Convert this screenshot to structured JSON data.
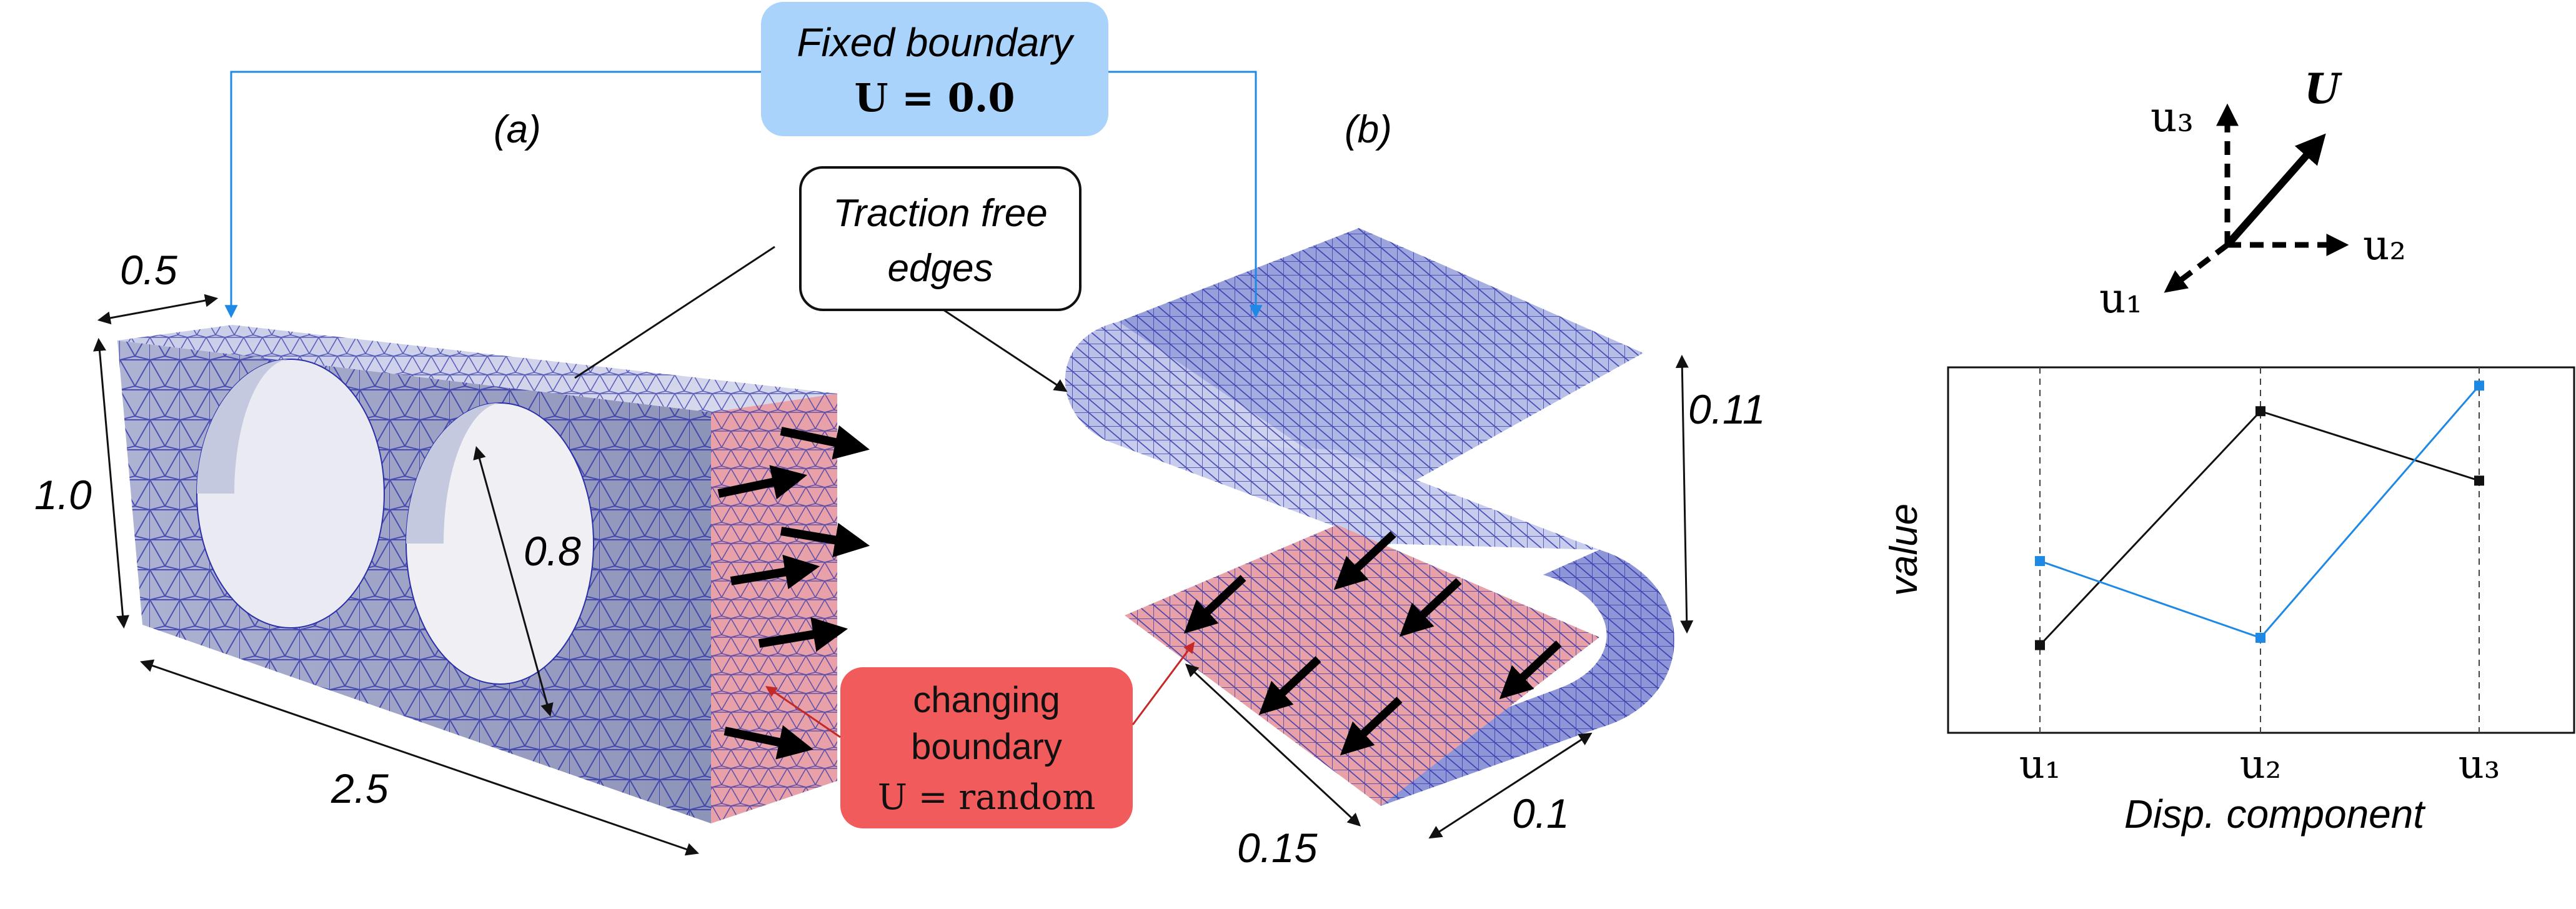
{
  "labels": {
    "fixed_title": "Fixed boundary",
    "fixed_eq": "U = 0.0",
    "traction_line1": "Traction free",
    "traction_line2": "edges",
    "changing_line1": "changing",
    "changing_line2": "boundary",
    "changing_eq": "U = random",
    "panel_a": "(a)",
    "panel_b": "(b)"
  },
  "dimensions_a": {
    "width": "0.5",
    "height": "1.0",
    "hole": "0.8",
    "length": "2.5"
  },
  "dimensions_b": {
    "height": "0.11",
    "depth": "0.15",
    "width": "0.1"
  },
  "axes_icon": {
    "u1": "u₁",
    "u2": "u₂",
    "u3": "u₃",
    "U": "U"
  },
  "chart_data": {
    "type": "line",
    "xlabel": "Disp. component",
    "ylabel": "value",
    "categories": [
      "u₁",
      "u₂",
      "u₃"
    ],
    "series": [
      {
        "values": [
          0.24,
          0.88,
          0.69
        ],
        "color": "#111111"
      },
      {
        "values": [
          0.47,
          0.26,
          0.95
        ],
        "color": "#1e88e5"
      }
    ],
    "ylim": [
      0,
      1
    ]
  },
  "colors": {
    "fixed_box": "#a9d3fb",
    "changing_box": "#f25b5b",
    "mesh": "#2b2fa8",
    "pink": "#e8a1a8",
    "accent_blue": "#1e88e5"
  }
}
